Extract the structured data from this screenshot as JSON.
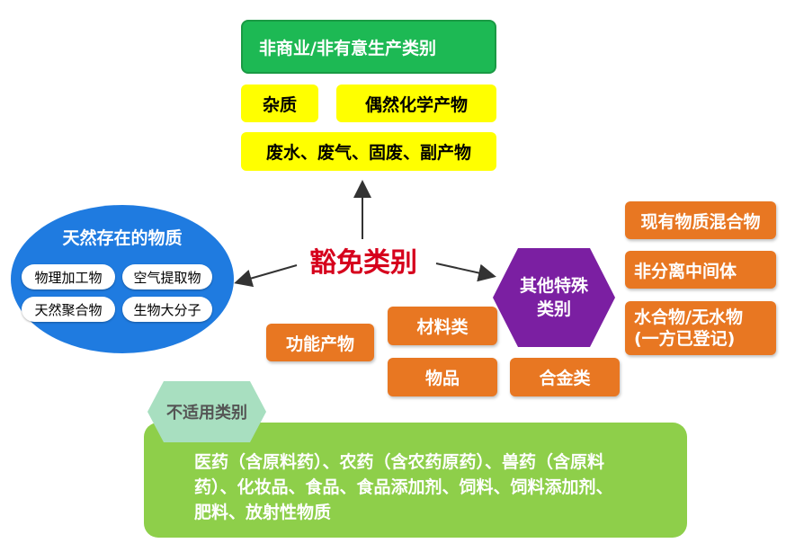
{
  "center_title": "豁免类别",
  "top_group": {
    "header": "非商业/非有意生产类别",
    "item_impurity": "杂质",
    "item_incidental": "偶然化学产物",
    "item_waste": "废水、废气、固废、副产物"
  },
  "natural_group": {
    "title": "天然存在的物质",
    "items": [
      "物理加工物",
      "空气提取物",
      "天然聚合物",
      "生物大分子"
    ]
  },
  "special_group": {
    "title_line1": "其他特殊",
    "title_line2": "类别",
    "items": [
      "功能产物",
      "材料类",
      "物品",
      "合金类"
    ]
  },
  "right_group": {
    "items": [
      "现有物质混合物",
      "非分离中间体",
      "水合物/无水物",
      "(一方已登记)"
    ]
  },
  "not_applicable": {
    "label": "不适用类别",
    "lines": [
      "医药（含原料药）、农药（含农药原药）、兽药（含原料",
      "药）、化妆品、食品、食品添加剂、饲料、饲料添加剂、",
      "肥料、放射性物质"
    ]
  },
  "colors": {
    "green": "#1db954",
    "yellow": "#ffff00",
    "blue": "#1f7be0",
    "purple": "#7b1fa2",
    "orange": "#e87722",
    "light_green": "#8ecf4a",
    "mint": "#a8dfc0",
    "red": "#d6001c"
  }
}
